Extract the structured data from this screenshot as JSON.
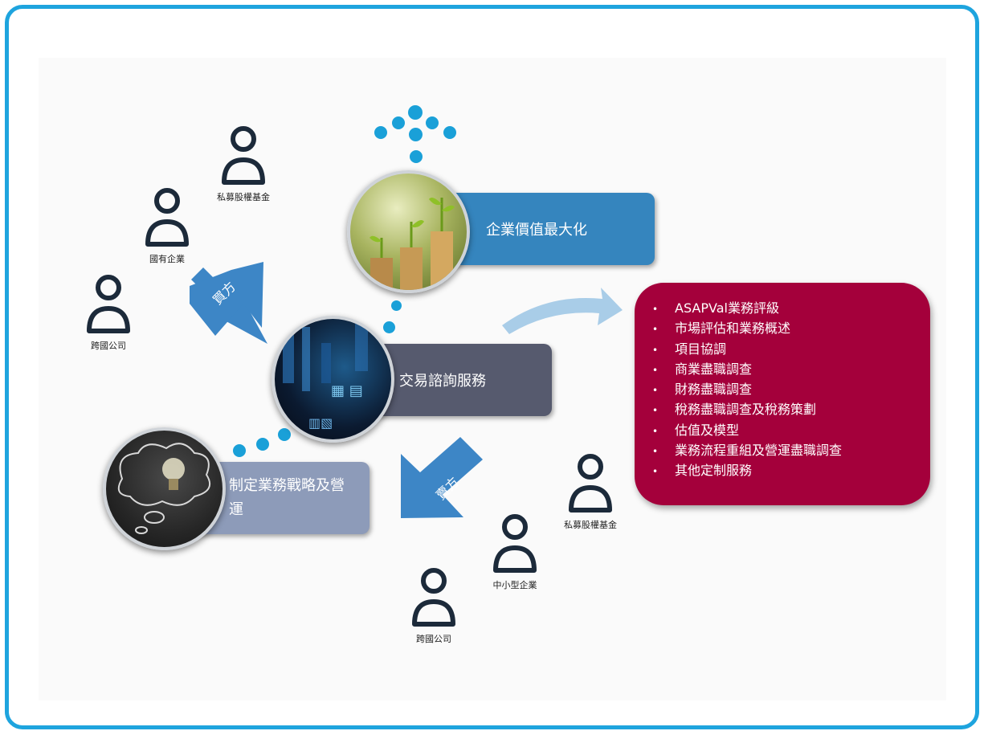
{
  "steps": {
    "top": "企業價值最大化",
    "middle": "交易諮詢服務",
    "bottom": "制定業務戰略及營運"
  },
  "arrows": {
    "buyer": "買方",
    "seller": "賣方"
  },
  "buyer_group": [
    "私募股權基金",
    "國有企業",
    "跨國公司"
  ],
  "seller_group": [
    "私募股權基金",
    "中小型企業",
    "跨國公司"
  ],
  "services": [
    "ASAPVal業務評級",
    "市場評估和業務概述",
    "項目協調",
    "商業盡職調查",
    "財務盡職調查",
    "稅務盡職調查及稅務策劃",
    "估值及模型",
    "業務流程重組及營運盡職調查",
    "其他定制服務"
  ],
  "colors": {
    "frame": "#1ea4de",
    "top_band": "#3585be",
    "middle_band": "#565a6e",
    "bottom_band": "#8d9bb9",
    "service_box": "#a4003b",
    "dots": "#1aa0d8",
    "arrows": "#3d86c6",
    "person_icon": "#1c2a3a"
  }
}
